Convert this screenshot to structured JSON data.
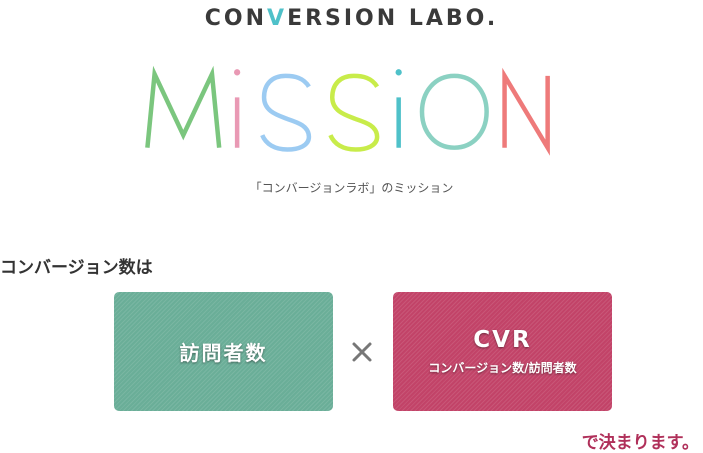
{
  "header": {
    "brand_pre": "CON",
    "brand_v": "V",
    "brand_post": "ERSION LABO."
  },
  "mission": {
    "letters": [
      {
        "char": "M",
        "color": "#7bc67e"
      },
      {
        "char": "I",
        "color": "#e999b4"
      },
      {
        "char": "S",
        "color": "#9ccbf2"
      },
      {
        "char": "S",
        "color": "#c8ec4a"
      },
      {
        "char": "I",
        "color": "#4fc1c9"
      },
      {
        "char": "O",
        "color": "#8bd1c2"
      },
      {
        "char": "N",
        "color": "#ee7a7a"
      }
    ],
    "subtitle": "「コンバージョンラボ」のミッション"
  },
  "main": {
    "heading": "コンバージョン数は",
    "left_card": {
      "label": "訪問者数",
      "color": "#6aae98"
    },
    "operator": "×",
    "right_card": {
      "title": "CVR",
      "subtitle": "コンバージョン数/訪問者数",
      "color": "#c24368"
    },
    "closing": "で決まります。"
  }
}
